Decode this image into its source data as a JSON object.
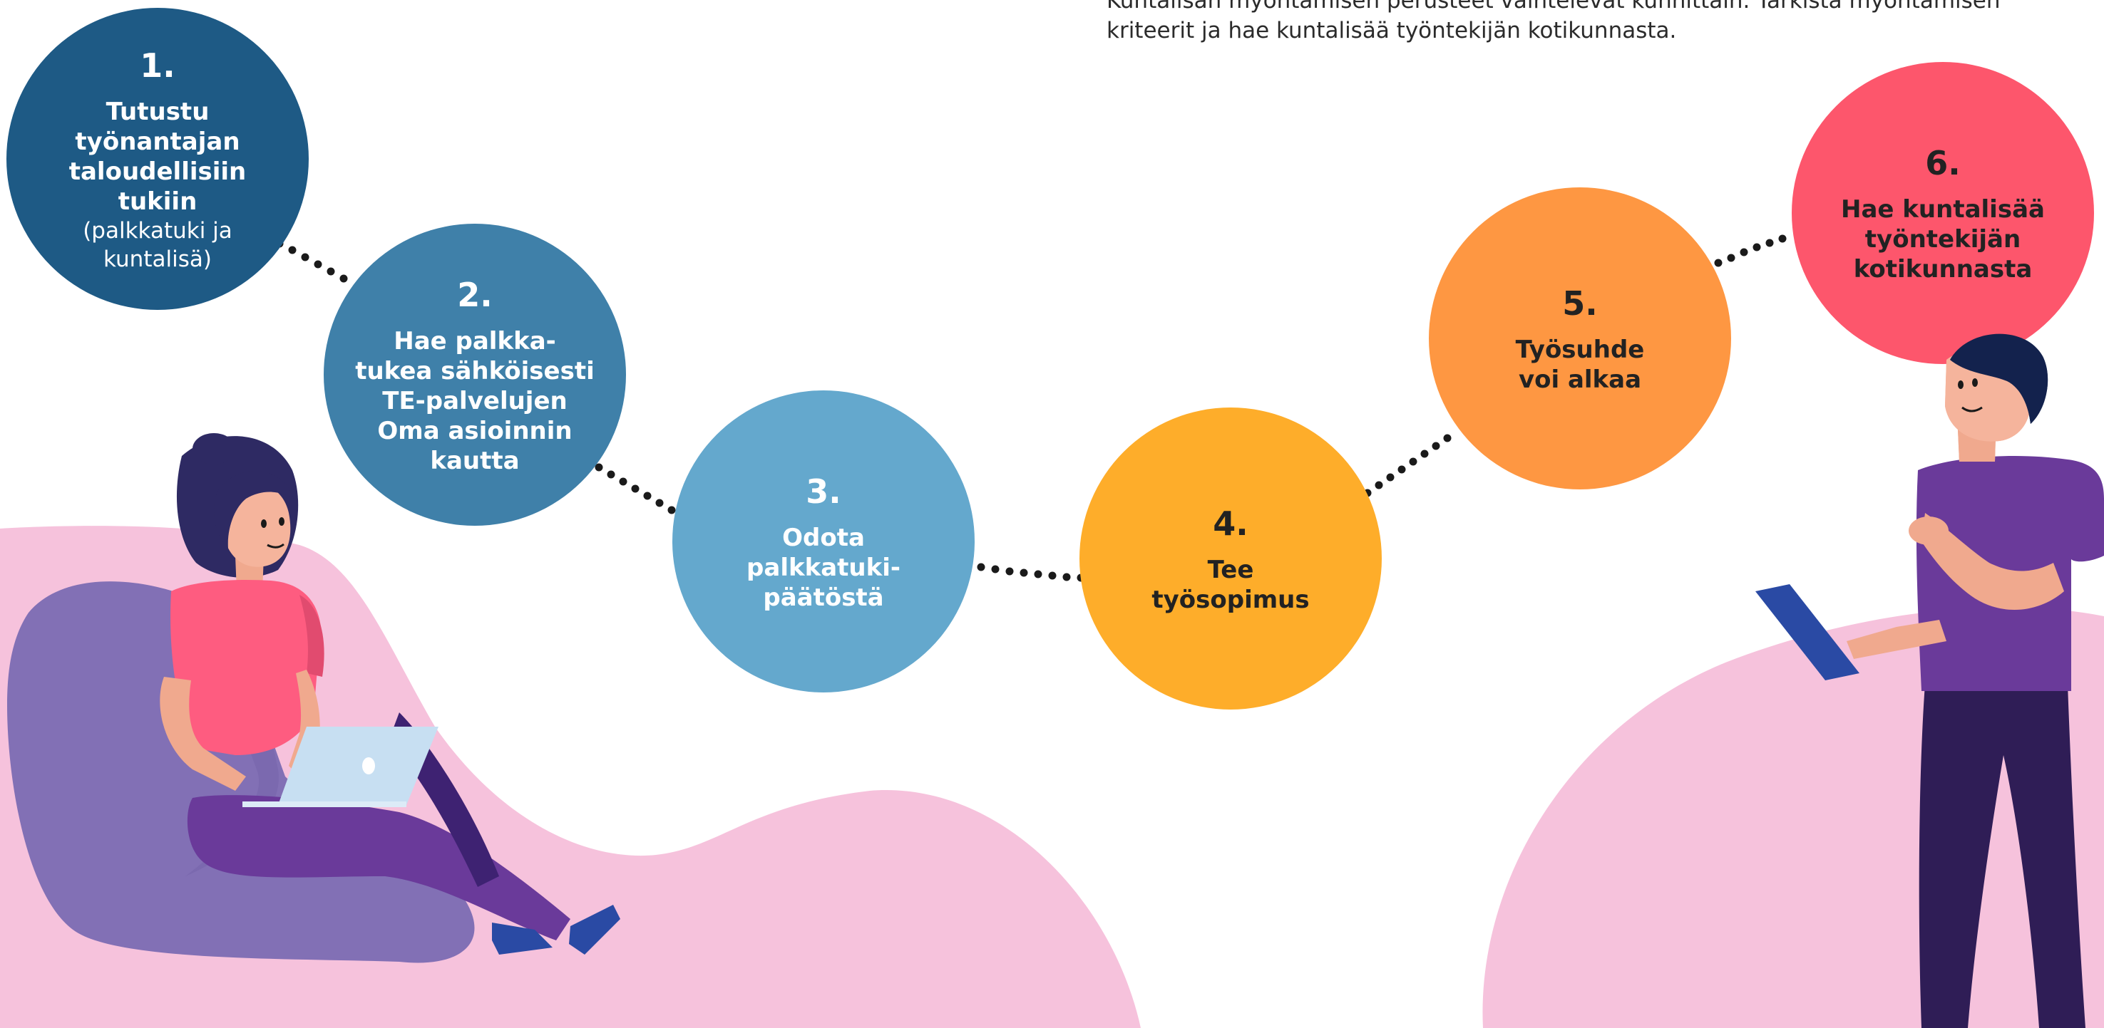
{
  "header_note": {
    "line1": "Kuntalisän myöntämisen perusteet vaihtelevat kunnittain. Tarkista myöntämisen",
    "line2": "kriteerit ja hae kuntalisää työntekijän kotikunnasta."
  },
  "colors": {
    "step1": "#1e5a85",
    "step2": "#3f80a9",
    "step3": "#64a8cd",
    "step4": "#fead2a",
    "step5": "#fe9742",
    "step6": "#fd566c",
    "blob": "#f6c2dc",
    "dots": "#1a1a1a"
  },
  "steps": [
    {
      "number": "1.",
      "title": "Tutustu työnantajan\ntaloudellisiin tukiin",
      "subtitle": "(palkkatuki ja\nkuntalisä)"
    },
    {
      "number": "2.",
      "title": "Hae palkka-\ntukea sähköisesti\nTE-palvelujen\nOma asioinnin\nkautta",
      "subtitle": ""
    },
    {
      "number": "3.",
      "title": "Odota\npalkkatuki-\npäätöstä",
      "subtitle": ""
    },
    {
      "number": "4.",
      "title": "Tee\ntyösopimus",
      "subtitle": ""
    },
    {
      "number": "5.",
      "title": "Työsuhde\nvoi alkaa",
      "subtitle": ""
    },
    {
      "number": "6.",
      "title": "Hae kuntalisää\ntyöntekijän\nkotikunnasta",
      "subtitle": ""
    }
  ]
}
